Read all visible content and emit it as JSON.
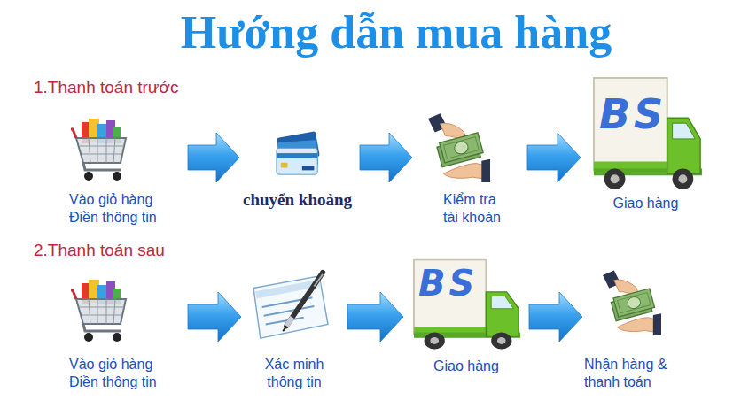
{
  "diagram": {
    "title": "Hướng dẫn mua hàng",
    "nodes": [
      {
        "text": [
          "Vào giỏ hàng Điền thông tin"
        ]
      },
      {
        "text": [
          "chuyển khoảng"
        ]
      },
      {
        "text": [
          "Kiểm tra tài khoản"
        ]
      },
      {
        "text": [
          "Giao hàng"
        ]
      },
      {
        "text": [
          "Vào giỏ hàng Điền thông tin"
        ]
      },
      {
        "text": [
          "Xác minh thông tin"
        ]
      },
      {
        "text": [
          "Giao hàng"
        ]
      },
      {
        "text": [
          "Nhận hàng & thanh toán"
        ]
      }
    ],
    "edges": [
      {
        "from": 0,
        "to": 1,
        "arrow": "to"
      },
      {
        "from": 1,
        "to": 2,
        "arrow": "to"
      },
      {
        "from": 2,
        "to": 3,
        "arrow": "to"
      },
      {
        "from": 4,
        "to": 5,
        "arrow": "to"
      },
      {
        "from": 5,
        "to": 6,
        "arrow": "to"
      },
      {
        "from": 6,
        "to": 7,
        "arrow": "to"
      }
    ],
    "labels": [
      "1.Thanh toán trước",
      "BS",
      "2.Thanh toán sau",
      "BS"
    ]
  }
}
